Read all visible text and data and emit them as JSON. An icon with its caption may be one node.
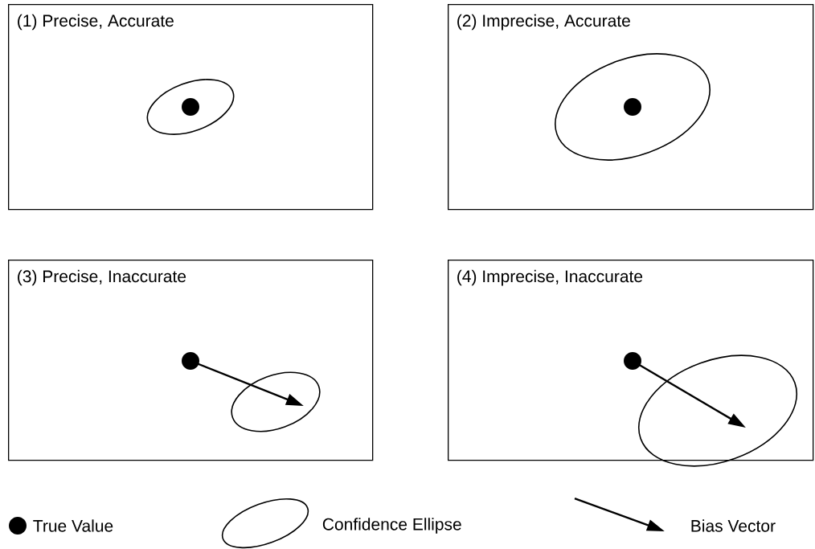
{
  "diagram": {
    "nodes": [
      {
        "text": [
          "(1) Precise, Accurate"
        ]
      },
      {
        "text": [
          "(2) Imprecise, Accurate"
        ]
      },
      {
        "text": [
          "(3) Precise, Inaccurate"
        ]
      },
      {
        "text": [
          "(4) Imprecise, Inaccurate"
        ]
      }
    ],
    "legend": [
      {
        "text": "True Value"
      },
      {
        "text": "Confidence Ellipse"
      },
      {
        "text": "Bias Vector"
      }
    ]
  }
}
